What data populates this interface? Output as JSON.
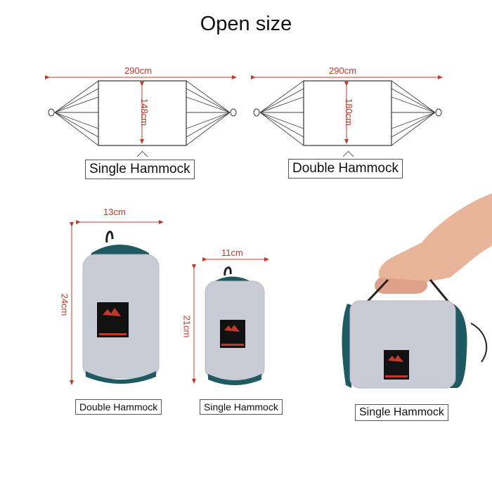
{
  "title": "Open size",
  "open_size": {
    "single": {
      "length": "290cm",
      "width": "148cm",
      "label": "Single Hammock"
    },
    "double": {
      "length": "290cm",
      "width": "180cm",
      "label": "Double Hammock"
    }
  },
  "packed_size": {
    "double": {
      "width": "13cm",
      "height": "24cm",
      "label": "Double Hammock"
    },
    "single": {
      "width": "11cm",
      "height": "21cm",
      "label": "Single Hammock"
    },
    "in_hand": {
      "label": "Single Hammock"
    }
  },
  "colors": {
    "dimension": "#c0392b",
    "bag_body": "#c9ccd6",
    "bag_trim": "#1f5a63",
    "brand_patch": "#111111"
  }
}
